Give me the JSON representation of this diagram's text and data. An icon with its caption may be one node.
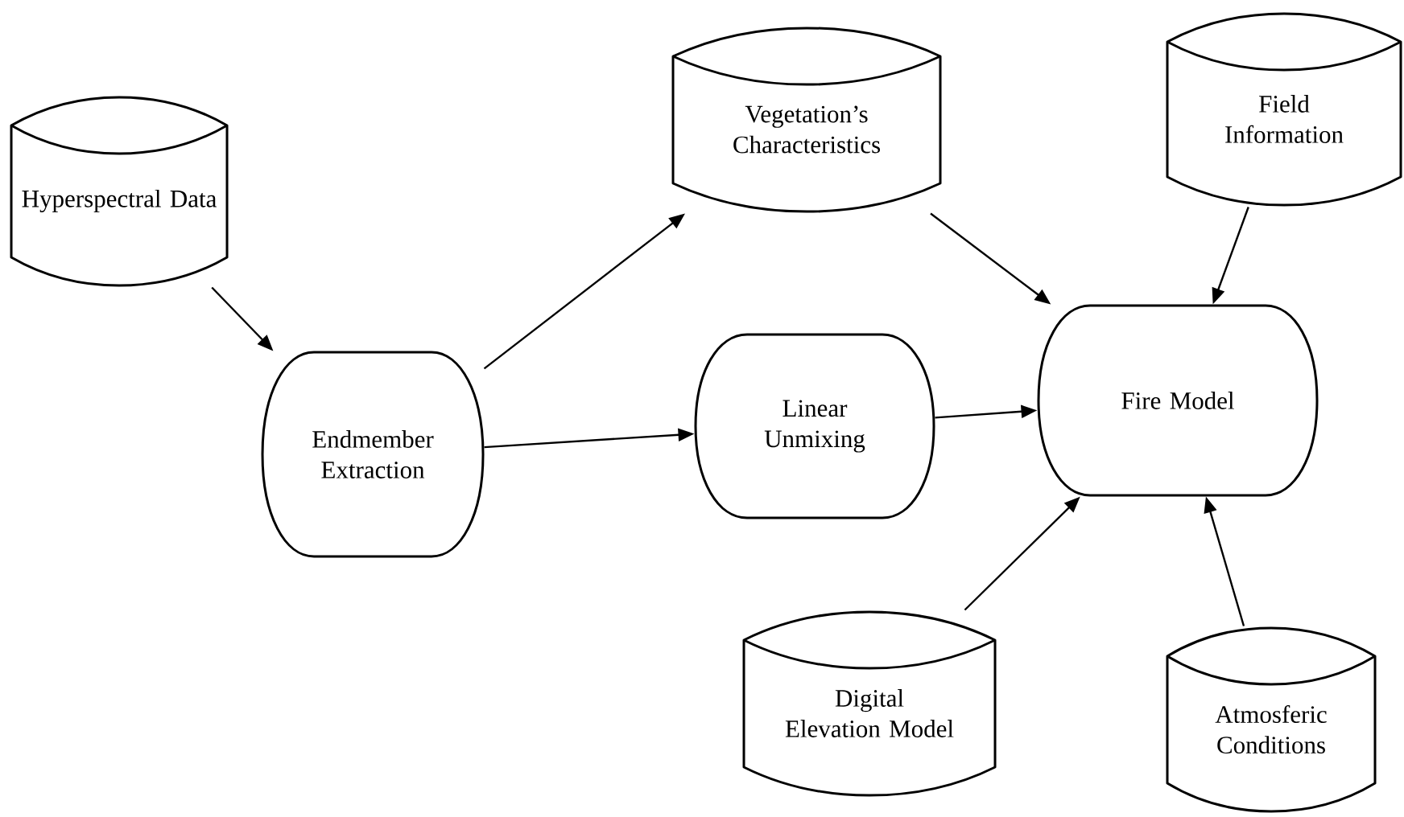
{
  "diagram": {
    "nodes": [
      {
        "text": [
          "Hyperspectral Data"
        ]
      },
      {
        "text": [
          "Endmember Extraction"
        ]
      },
      {
        "text": [
          "Vegetation’s Characteristics"
        ]
      },
      {
        "text": [
          "Linear Unmixing"
        ]
      },
      {
        "text": [
          "Field Information"
        ]
      },
      {
        "text": [
          "Fire Model"
        ]
      },
      {
        "text": [
          "Digital Elevation Model"
        ]
      },
      {
        "text": [
          "Atmosferic Conditions"
        ]
      }
    ],
    "edges": [
      {
        "from": 0,
        "to": 1,
        "arrow": "to"
      },
      {
        "from": 1,
        "to": 2,
        "arrow": "to"
      },
      {
        "from": 1,
        "to": 3,
        "arrow": "to"
      },
      {
        "from": 2,
        "to": 5,
        "arrow": "to"
      },
      {
        "from": 3,
        "to": 5,
        "arrow": "to"
      },
      {
        "from": 4,
        "to": 5,
        "arrow": "to"
      },
      {
        "from": 6,
        "to": 5,
        "arrow": "to"
      },
      {
        "from": 7,
        "to": 5,
        "arrow": "to"
      }
    ]
  }
}
